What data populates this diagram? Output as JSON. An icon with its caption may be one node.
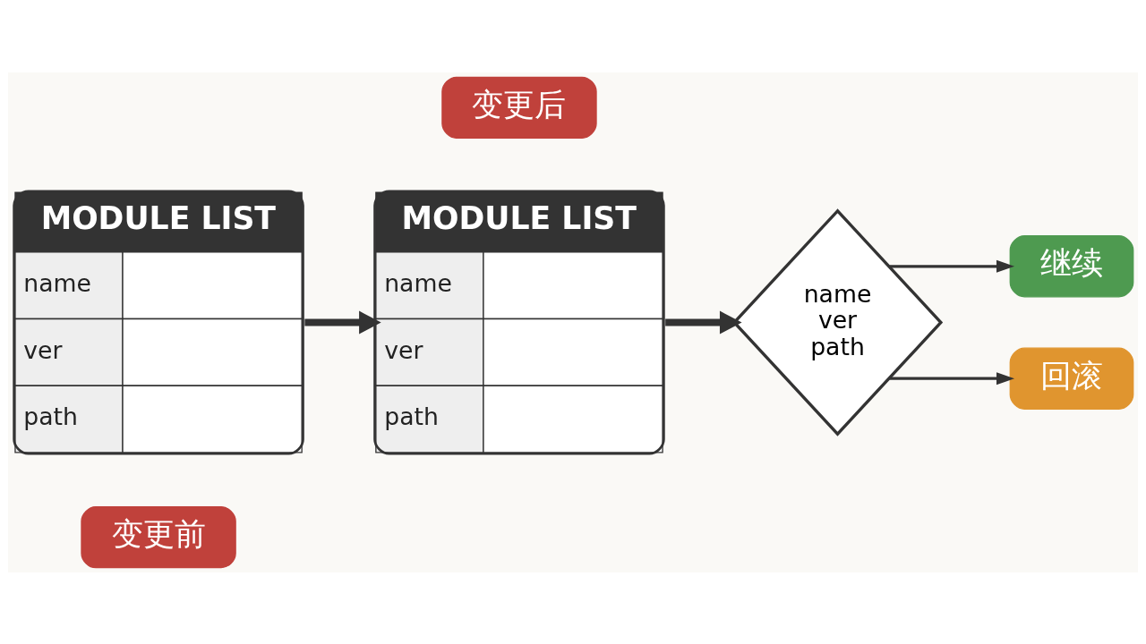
{
  "diagram": {
    "nodes": [
      {
        "text": [
          "变更前"
        ]
      },
      {
        "text": [
          "MODULE LIST",
          "name",
          "ver",
          "path"
        ]
      },
      {
        "text": [
          "变更后"
        ]
      },
      {
        "text": [
          "MODULE LIST",
          "name",
          "ver",
          "path"
        ]
      },
      {
        "text": [
          "name ver path"
        ]
      },
      {
        "text": [
          "继续"
        ]
      },
      {
        "text": [
          "回滚"
        ]
      }
    ],
    "edges": [
      {
        "from": 1,
        "to": 3,
        "arrow": "to",
        "style": "thick"
      },
      {
        "from": 3,
        "to": 4,
        "arrow": "to",
        "style": "thick"
      },
      {
        "from": 4,
        "to": 5,
        "arrow": "to"
      },
      {
        "from": 4,
        "to": 6,
        "arrow": "to"
      }
    ]
  }
}
